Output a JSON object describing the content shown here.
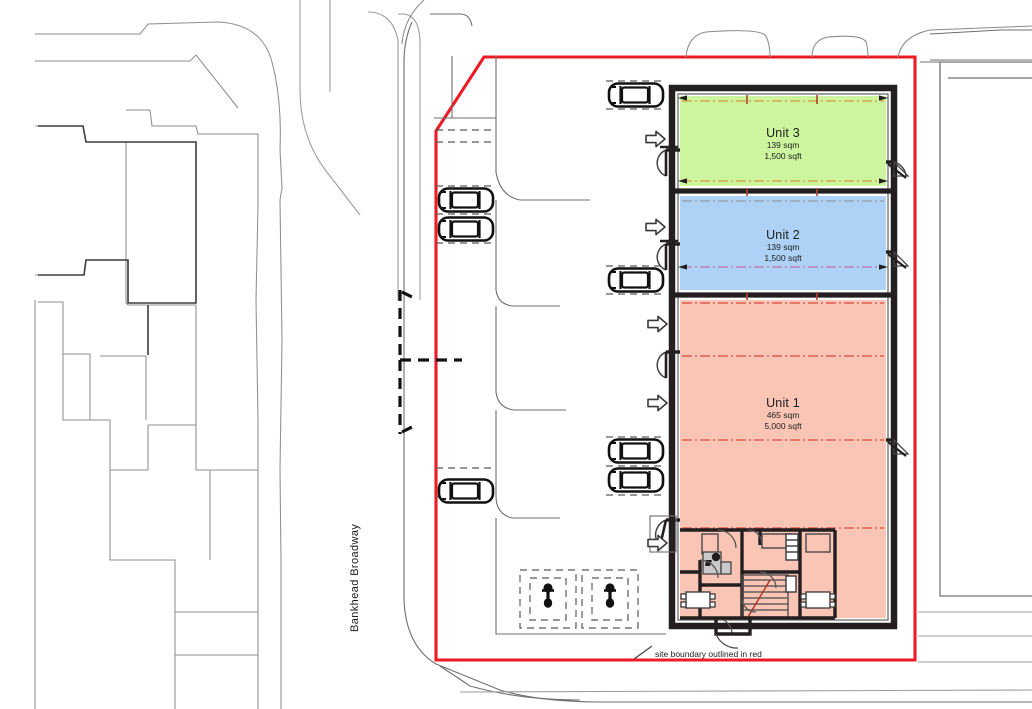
{
  "drawing": {
    "type": "architectural-site-plan",
    "title": "Site plan with unit schedule",
    "background": "#ffffff"
  },
  "colors": {
    "site_boundary_red": "#ed1c24",
    "unit1_fill": "#fac5b4",
    "unit2_fill": "#aed2f5",
    "unit3_fill": "#ccf59e",
    "wall_dark": "#231f20",
    "context_grey": "#8c8c8c",
    "text": "#1d1d1d",
    "centreline_red": "#d94a3d",
    "centreline_orange": "#d79a3a",
    "centreline_magenta": "#c26fa8"
  },
  "units": [
    {
      "id": "unit-3",
      "name": "Unit 3",
      "area_sqm": "139 sqm",
      "area_sqft": "1,500 sqft",
      "fill": "#ccf59e"
    },
    {
      "id": "unit-2",
      "name": "Unit 2",
      "area_sqm": "139 sqm",
      "area_sqft": "1,500 sqft",
      "fill": "#aed2f5"
    },
    {
      "id": "unit-1",
      "name": "Unit 1",
      "area_sqm": "465 sqm",
      "area_sqft": "5,000 sqft",
      "fill": "#fac5b4"
    }
  ],
  "annotations": {
    "site_boundary_note": "site boundary outlined in red",
    "street_name": "Bankhead  Broadway"
  },
  "site_features": {
    "car_parking_spaces": 8,
    "motorcycle_spaces": 2,
    "entrance_arrows": 4,
    "pedestrian_entrance_doors": 4
  }
}
